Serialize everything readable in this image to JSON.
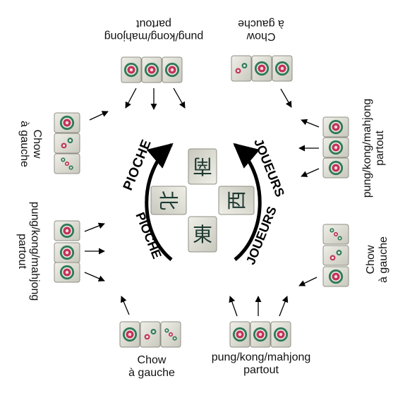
{
  "center_labels": {
    "pioche": "PIOCHE",
    "joueurs": "JOUEURS"
  },
  "winds": [
    "南",
    "東",
    "北",
    "西"
  ],
  "rules": {
    "chow": {
      "line1": "Chow",
      "line2": "à gauche"
    },
    "pung": {
      "line1": "pung/kong/mahjong",
      "line2": "partout"
    }
  },
  "colors": {
    "tile_face": "#dcdcd2",
    "tile_edge": "#8f8f86",
    "dot_red": "#c3325a",
    "dot_green": "#2f7a58",
    "wind_ink": "#1e3a32",
    "arrow": "#000000"
  }
}
